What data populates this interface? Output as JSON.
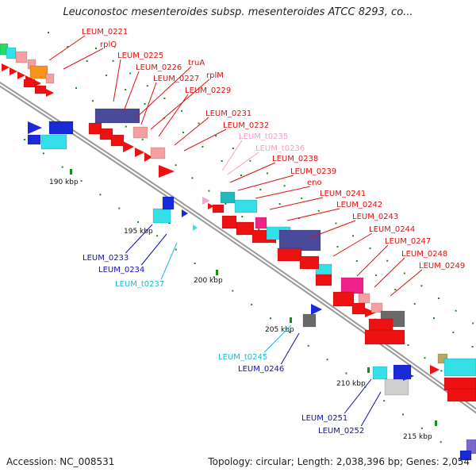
{
  "title": "Leuconostoc mesenteroides subsp. mesenteroides ATCC 8293, co...",
  "footer": {
    "accession": "Accession: NC_008531",
    "summary": "Topology: circular; Length: 2,038,396 bp; Genes: 2,054"
  },
  "colors": {
    "red_label": "#e01010",
    "pink_label": "#f0a0c8",
    "blue_label": "#1010b0",
    "cyan_label": "#20b8d8",
    "backbone": "#8c8c8c",
    "tick": "#1a8a1a"
  },
  "ticks": [
    "190 kbp",
    "195 kbp",
    "200 kbp",
    "205 kbp",
    "210 kbp",
    "215 kbp"
  ],
  "labels": [
    {
      "text": "LEUM_0221",
      "color": "red"
    },
    {
      "text": "rplQ",
      "color": "red"
    },
    {
      "text": "LEUM_0225",
      "color": "red"
    },
    {
      "text": "LEUM_0226",
      "color": "red"
    },
    {
      "text": "truA",
      "color": "red"
    },
    {
      "text": "LEUM_0227",
      "color": "red"
    },
    {
      "text": "rplM",
      "color": "red"
    },
    {
      "text": "LEUM_0229",
      "color": "red"
    },
    {
      "text": "LEUM_0231",
      "color": "red"
    },
    {
      "text": "LEUM_0232",
      "color": "red"
    },
    {
      "text": "LEUM_t0235",
      "color": "pink"
    },
    {
      "text": "LEUM_t0236",
      "color": "pink"
    },
    {
      "text": "LEUM_0238",
      "color": "red"
    },
    {
      "text": "LEUM_0239",
      "color": "red"
    },
    {
      "text": "eno",
      "color": "red"
    },
    {
      "text": "LEUM_0241",
      "color": "red"
    },
    {
      "text": "LEUM_0242",
      "color": "red"
    },
    {
      "text": "LEUM_0243",
      "color": "red"
    },
    {
      "text": "LEUM_0244",
      "color": "red"
    },
    {
      "text": "LEUM_0247",
      "color": "red"
    },
    {
      "text": "LEUM_0248",
      "color": "red"
    },
    {
      "text": "LEUM_0249",
      "color": "red"
    },
    {
      "text": "LEUM_0233",
      "color": "blue"
    },
    {
      "text": "LEUM_0234",
      "color": "blue"
    },
    {
      "text": "LEUM_t0237",
      "color": "cyan"
    },
    {
      "text": "LEUM_t0245",
      "color": "cyan"
    },
    {
      "text": "LEUM_0246",
      "color": "blue"
    },
    {
      "text": "LEUM_0251",
      "color": "blue"
    },
    {
      "text": "LEUM_0252",
      "color": "blue"
    }
  ]
}
